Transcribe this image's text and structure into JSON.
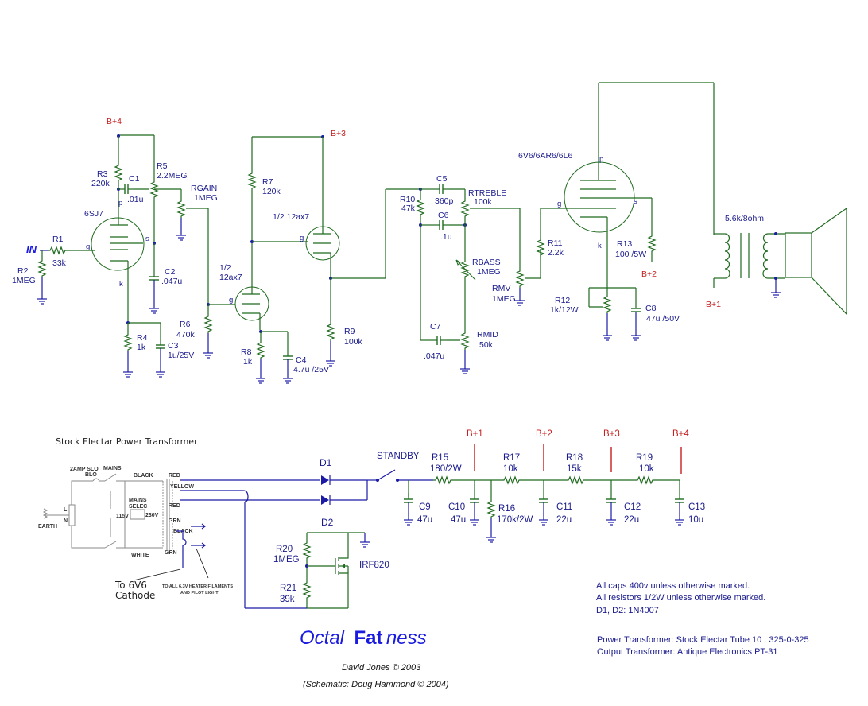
{
  "schematic": {
    "rail_labels": {
      "bp1": "B+1",
      "bp2": "B+2",
      "bp3": "B+3",
      "bp4": "B+4"
    },
    "input_label": "IN",
    "tubes": {
      "v1": "6SJ7",
      "v2a_line1": "1/2",
      "v2a_line2": "12ax7",
      "v2b": "1/2  12ax7",
      "v3": "6V6/6AR6/6L6"
    },
    "pins": {
      "plate": "p",
      "grid": "g",
      "screen": "s",
      "cathode": "k"
    },
    "components": {
      "R1": {
        "ref": "R1",
        "value": "33k"
      },
      "R2": {
        "ref": "R2",
        "value": "1MEG"
      },
      "R3": {
        "ref": "R3",
        "value": "220k"
      },
      "R4": {
        "ref": "R4",
        "value": "1k"
      },
      "R5": {
        "ref": "R5",
        "value": "2.2MEG"
      },
      "RGAIN": {
        "ref": "RGAIN",
        "value": "1MEG"
      },
      "R6": {
        "ref": "R6",
        "value": "470k"
      },
      "R7": {
        "ref": "R7",
        "value": "120k"
      },
      "R8": {
        "ref": "R8",
        "value": "1k"
      },
      "R9": {
        "ref": "R9",
        "value": "100k"
      },
      "R10": {
        "ref": "R10",
        "value": "47k"
      },
      "RTREBLE": {
        "ref": "RTREBLE",
        "value": "100k"
      },
      "RBASS": {
        "ref": "RBASS",
        "value": "1MEG"
      },
      "RMID": {
        "ref": "RMID",
        "value": "50k"
      },
      "RMV": {
        "ref": "RMV",
        "value": "1MEG"
      },
      "R11": {
        "ref": "R11",
        "value": "2.2k"
      },
      "R12": {
        "ref": "R12",
        "value": "1k/12W"
      },
      "R13": {
        "ref": "R13",
        "value": "100 /5W"
      },
      "C1": {
        "ref": "C1",
        "value": ".01u"
      },
      "C2": {
        "ref": "C2",
        "value": ".047u"
      },
      "C3": {
        "ref": "C3",
        "value": "1u/25V"
      },
      "C4": {
        "ref": "C4",
        "value": "4.7u /25V"
      },
      "C5": {
        "ref": "C5",
        "value": "360p"
      },
      "C6": {
        "ref": "C6",
        "value": ".1u"
      },
      "C7": {
        "ref": "C7",
        "value": ".047u"
      },
      "C8": {
        "ref": "C8",
        "value": "47u /50V"
      },
      "OT": {
        "value": "5.6k/8ohm"
      },
      "R15": {
        "ref": "R15",
        "value": "180/2W"
      },
      "R16": {
        "ref": "R16",
        "value": "170k/2W"
      },
      "R17": {
        "ref": "R17",
        "value": "10k"
      },
      "R18": {
        "ref": "R18",
        "value": "15k"
      },
      "R19": {
        "ref": "R19",
        "value": "10k"
      },
      "C9": {
        "ref": "C9",
        "value": "47u"
      },
      "C10": {
        "ref": "C10",
        "value": "47u"
      },
      "C11": {
        "ref": "C11",
        "value": "22u"
      },
      "C12": {
        "ref": "C12",
        "value": "22u"
      },
      "C13": {
        "ref": "C13",
        "value": "10u"
      },
      "D1": {
        "ref": "D1"
      },
      "D2": {
        "ref": "D2"
      },
      "R20": {
        "ref": "R20",
        "value": "1MEG"
      },
      "R21": {
        "ref": "R21",
        "value": "39k"
      },
      "Q1": {
        "ref": "IRF820"
      },
      "SW1": {
        "ref": "STANDBY"
      }
    },
    "power_transformer": {
      "title": "Stock Electar Power Transformer",
      "fuse": "2AMP SLO BLO",
      "fuse_line1": "2AMP SLO",
      "fuse_line2": "BLO",
      "mains": "MAINS",
      "mains_selec_1": "MAINS",
      "mains_selec_2": "SELEC",
      "v115": "115V",
      "v230": "230V",
      "wires": {
        "black": "BLACK",
        "white": "WHITE",
        "red1": "RED",
        "yellow": "YELLOW",
        "red2": "RED",
        "grn1": "GRN",
        "black2": "BLACK",
        "grn2": "GRN"
      },
      "terminals": {
        "L": "L",
        "N": "N"
      },
      "earth": "EARTH",
      "to_cathode_1": "To 6V6",
      "to_cathode_2": "Cathode",
      "heater_1": "TO ALL 6.3V HEATER FILAMENTS",
      "heater_2": "AND PILOT LIGHT"
    },
    "notes": [
      "All caps 400v unless otherwise marked.",
      "All resistors 1/2W unless otherwise marked.",
      "D1, D2: 1N4007"
    ],
    "transformers_notes": [
      "Power Transformer: Stock Electar Tube 10 : 325-0-325",
      "Output Transformer: Antique Electronics  PT-31"
    ],
    "title": {
      "part1": "Octal",
      "part2": "Fat",
      "part3": "ness"
    },
    "credits": [
      "David Jones © 2003",
      "(Schematic: Doug Hammond © 2004)"
    ]
  }
}
